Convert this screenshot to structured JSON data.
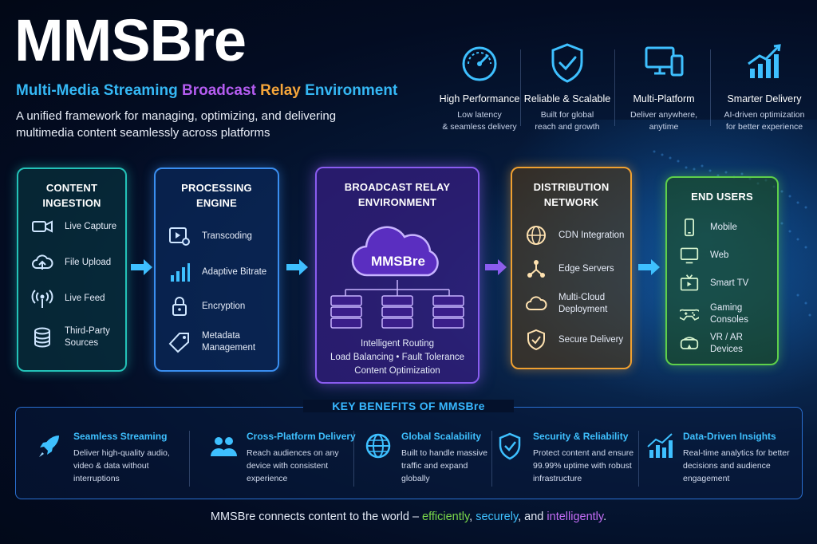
{
  "header": {
    "title": "MMSBre",
    "subtitle": [
      {
        "text": "Multi-Media Streaming ",
        "color": "#35b8f5"
      },
      {
        "text": "Broadcast ",
        "color": "#b45cf0"
      },
      {
        "text": "Relay ",
        "color": "#f5a53a"
      },
      {
        "text": "Environment",
        "color": "#35b8f5"
      }
    ],
    "tagline": "A unified framework for managing, optimizing, and delivering multimedia content seamlessly across platforms"
  },
  "features": [
    {
      "icon": "speedometer-icon",
      "title": "High Performance",
      "desc1": "Low latency",
      "desc2": "& seamless delivery"
    },
    {
      "icon": "shield-check-icon",
      "title": "Reliable & Scalable",
      "desc1": "Built for global",
      "desc2": "reach and growth"
    },
    {
      "icon": "devices-icon",
      "title": "Multi-Platform",
      "desc1": "Deliver anywhere,",
      "desc2": "anytime"
    },
    {
      "icon": "growth-chart-icon",
      "title": "Smarter Delivery",
      "desc1": "AI-driven optimization",
      "desc2": "for better experience"
    }
  ],
  "flow": {
    "ingestion": {
      "title": "CONTENT INGESTION",
      "items": [
        {
          "icon": "video-camera-icon",
          "label": "Live Capture"
        },
        {
          "icon": "cloud-upload-icon",
          "label": "File Upload"
        },
        {
          "icon": "broadcast-icon",
          "label": "Live Feed"
        },
        {
          "icon": "database-icon",
          "label1": "Third-Party",
          "label2": "Sources"
        }
      ]
    },
    "processing": {
      "title1": "PROCESSING",
      "title2": "ENGINE",
      "items": [
        {
          "icon": "film-gear-icon",
          "label": "Transcoding"
        },
        {
          "icon": "bar-chart-icon",
          "label": "Adaptive Bitrate"
        },
        {
          "icon": "lock-icon",
          "label": "Encryption"
        },
        {
          "icon": "tag-icon",
          "label1": "Metadata",
          "label2": "Management"
        }
      ]
    },
    "relay": {
      "title1": "BROADCAST RELAY",
      "title2": "ENVIRONMENT",
      "cloud_label": "MMSBre",
      "line1": "Intelligent Routing",
      "line2": "Load Balancing • Fault Tolerance",
      "line3": "Content Optimization"
    },
    "distribution": {
      "title1": "DISTRIBUTION",
      "title2": "NETWORK",
      "items": [
        {
          "icon": "globe-icon",
          "label": "CDN Integration"
        },
        {
          "icon": "network-nodes-icon",
          "label": "Edge Servers"
        },
        {
          "icon": "cloud-icon",
          "label1": "Multi-Cloud",
          "label2": "Deployment"
        },
        {
          "icon": "shield-check-icon",
          "label": "Secure Delivery"
        }
      ]
    },
    "users": {
      "title": "END USERS",
      "items": [
        {
          "icon": "mobile-icon",
          "label": "Mobile"
        },
        {
          "icon": "monitor-icon",
          "label": "Web"
        },
        {
          "icon": "smart-tv-icon",
          "label": "Smart TV"
        },
        {
          "icon": "gamepad-icon",
          "label": "Gaming Consoles"
        },
        {
          "icon": "vr-headset-icon",
          "label": "VR / AR Devices"
        }
      ]
    }
  },
  "benefits": {
    "title": "KEY BENEFITS OF MMSBre",
    "items": [
      {
        "icon": "rocket-icon",
        "title": "Seamless Streaming",
        "d1": "Deliver high-quality audio,",
        "d2": "video & data without",
        "d3": "interruptions"
      },
      {
        "icon": "users-icon",
        "title": "Cross-Platform Delivery",
        "d1": "Reach audiences on any",
        "d2": "device with consistent",
        "d3": "experience"
      },
      {
        "icon": "globe-icon",
        "title": "Global Scalability",
        "d1": "Built to handle massive",
        "d2": "traffic and expand",
        "d3": "globally"
      },
      {
        "icon": "shield-check-icon",
        "title": "Security & Reliability",
        "d1": "Protect content and ensure",
        "d2": "99.99% uptime with robust",
        "d3": "infrastructure"
      },
      {
        "icon": "analytics-icon",
        "title": "Data-Driven Insights",
        "d1": "Real-time analytics for better",
        "d2": "decisions and audience",
        "d3": "engagement"
      }
    ]
  },
  "footer": [
    {
      "text": "MMSBre connects content to the world – ",
      "color": "#e4eaf6"
    },
    {
      "text": "efficiently",
      "color": "#7ad84a"
    },
    {
      "text": ", ",
      "color": "#e4eaf6"
    },
    {
      "text": "securely",
      "color": "#3ec0ff"
    },
    {
      "text": ", and ",
      "color": "#e4eaf6"
    },
    {
      "text": "intelligently",
      "color": "#c36cf5"
    },
    {
      "text": ".",
      "color": "#e4eaf6"
    }
  ],
  "colors": {
    "teal": "#23c2b8",
    "blue": "#3a8ef0",
    "purple": "#8a5cf0",
    "orange": "#f0a030",
    "green": "#5ed04a",
    "accent": "#38b8ff"
  }
}
